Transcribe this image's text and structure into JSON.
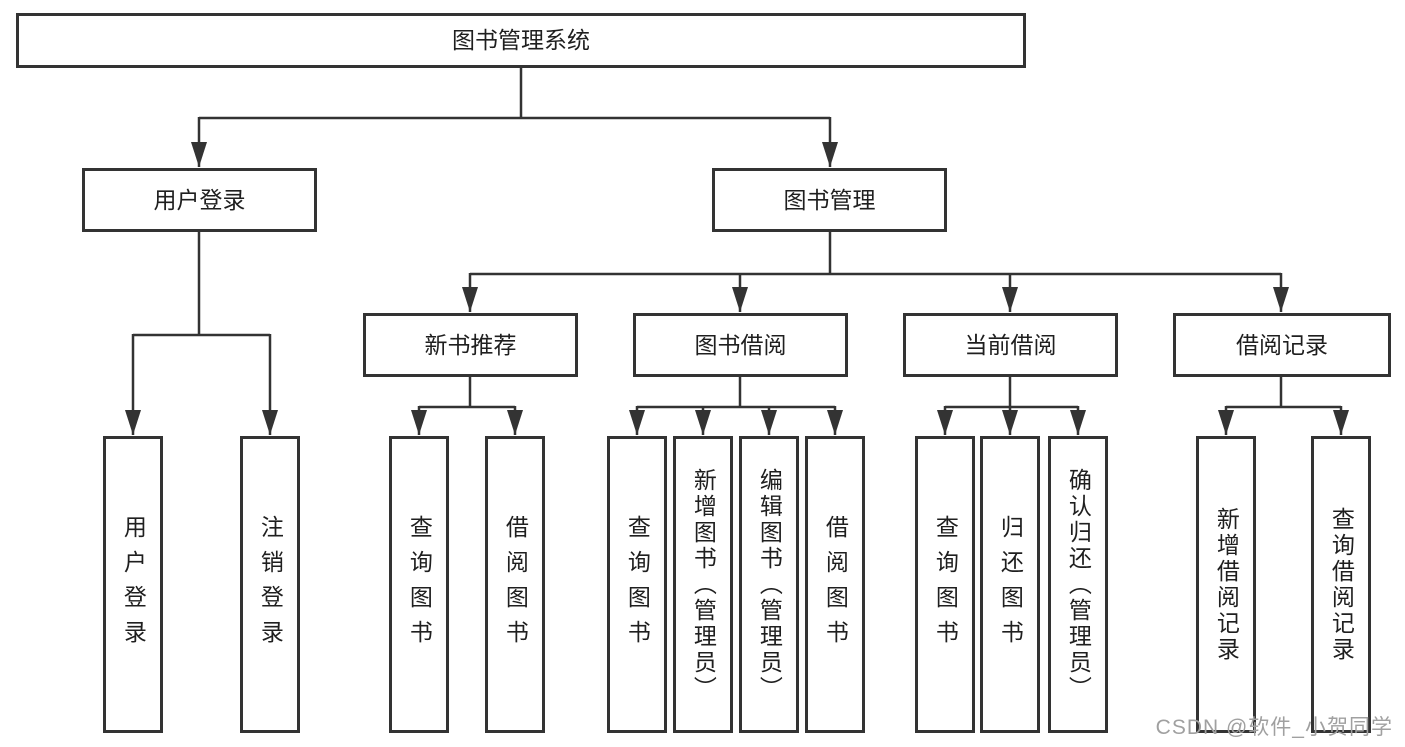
{
  "colors": {
    "line": "#333333",
    "box_border": "#333333",
    "text": "#1f1f1f",
    "watermark": "#a0a0a0",
    "background": "#ffffff"
  },
  "diagram": {
    "root": "图书管理系统",
    "level2": [
      "用户登录",
      "图书管理"
    ],
    "user_login_children": [
      "用户登录",
      "注销登录"
    ],
    "modules": [
      {
        "label": "新书推荐",
        "children": [
          "查询图书",
          "借阅图书"
        ]
      },
      {
        "label": "图书借阅",
        "children": [
          "查询图书",
          "新增图书（管理员）",
          "编辑图书（管理员）",
          "借阅图书"
        ]
      },
      {
        "label": "当前借阅",
        "children": [
          "查询图书",
          "归还图书",
          "确认归还（管理员）"
        ]
      },
      {
        "label": "借阅记录",
        "children": [
          "新增借阅记录",
          "查询借阅记录"
        ]
      }
    ]
  },
  "watermark": "CSDN @软件_小贺同学"
}
